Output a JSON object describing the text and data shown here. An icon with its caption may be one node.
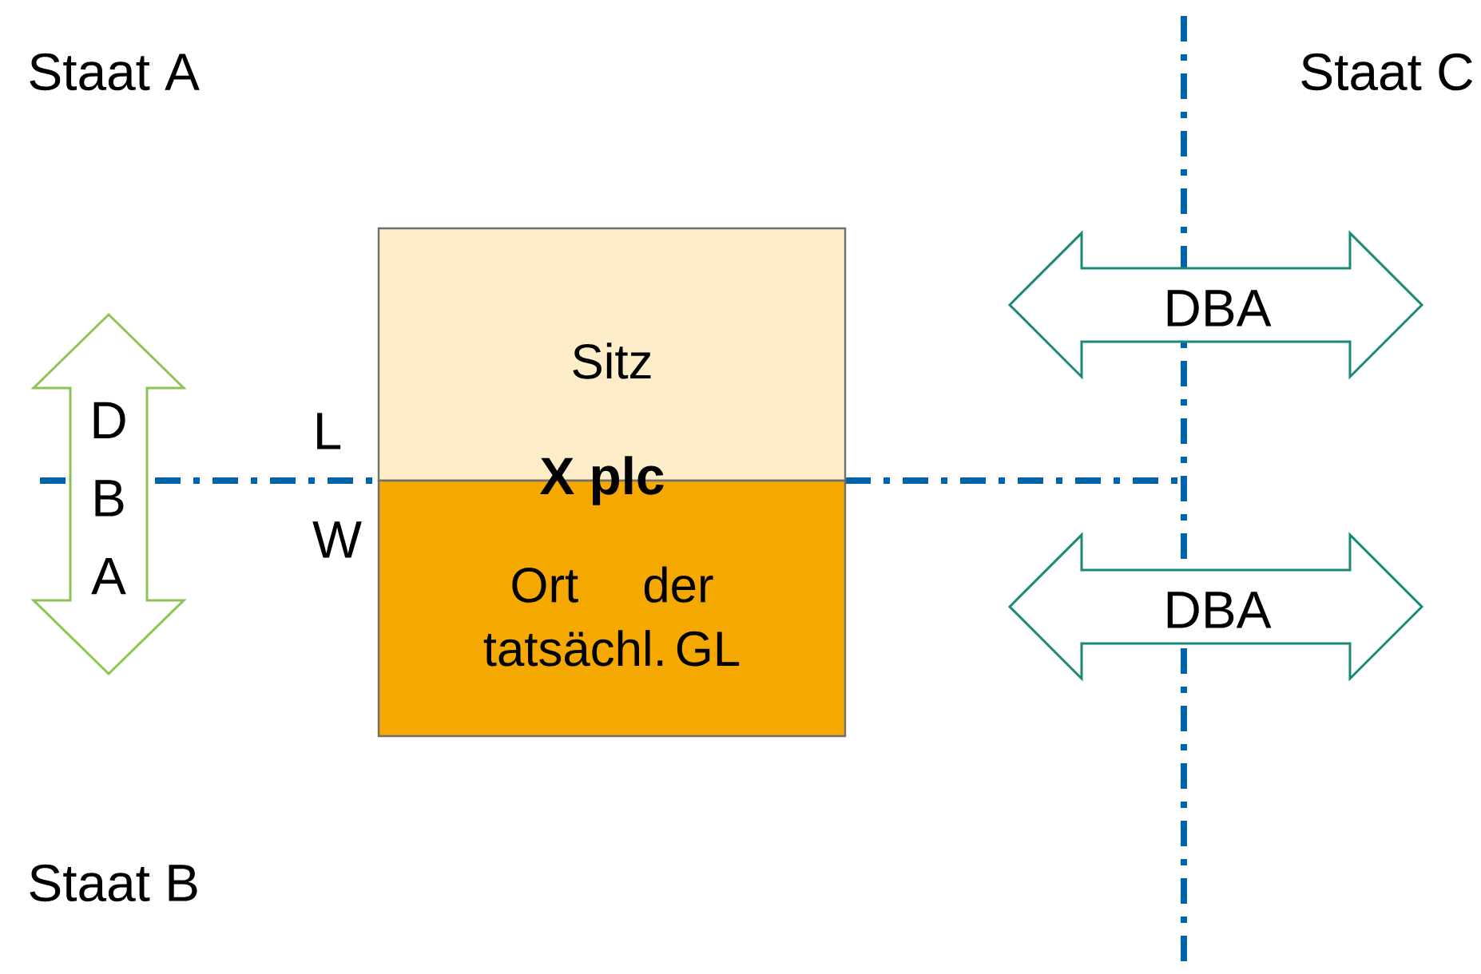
{
  "diagram": {
    "nodes": [
      {
        "text": [
          "Sitz"
        ]
      },
      {
        "text": [
          "Ort der tatsächl. GL"
        ]
      },
      {
        "text": [
          "D B A"
        ]
      },
      {
        "text": [
          "DBA"
        ]
      },
      {
        "text": [
          "DBA"
        ]
      }
    ],
    "labels": [
      "Staat A",
      "Staat C",
      "L",
      "X plc",
      "W",
      "Staat B"
    ]
  }
}
